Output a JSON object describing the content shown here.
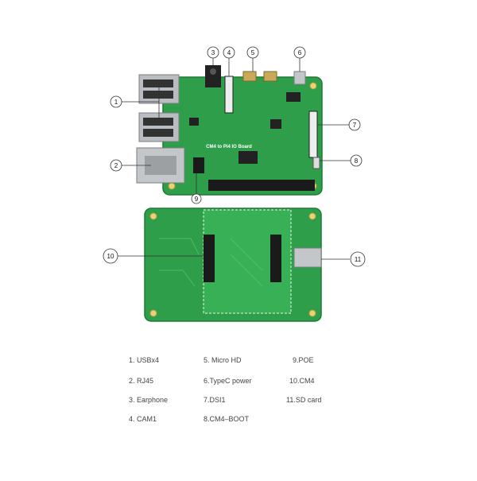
{
  "board_top": {
    "silkscreen_title": "CM4 to Pi4 IO Board"
  },
  "callouts": [
    {
      "id": "1",
      "label": "①"
    },
    {
      "id": "2",
      "label": "②"
    },
    {
      "id": "3",
      "label": "③"
    },
    {
      "id": "4",
      "label": "④"
    },
    {
      "id": "5",
      "label": "⑤"
    },
    {
      "id": "6",
      "label": "⑥"
    },
    {
      "id": "7",
      "label": "⑦"
    },
    {
      "id": "8",
      "label": "⑧"
    },
    {
      "id": "9",
      "label": "⑨"
    },
    {
      "id": "10",
      "label": "⑩"
    },
    {
      "id": "11",
      "label": "⑪"
    }
  ],
  "legend": [
    "1. USBx4",
    "2. RJ45",
    "3. Earphone",
    "4. CAM1",
    "5. Micro HD",
    "6.TypeC power",
    "7.DSI1",
    "8.CM4–BOOT",
    "9.POE",
    "10.CM4",
    "11.SD card"
  ],
  "colors": {
    "pcb_green": "#2f9e4a",
    "pcb_dark": "#1f7a36",
    "metal": "#b9bcc0",
    "header_black": "#1a1a1a",
    "leader_line": "#333333"
  }
}
